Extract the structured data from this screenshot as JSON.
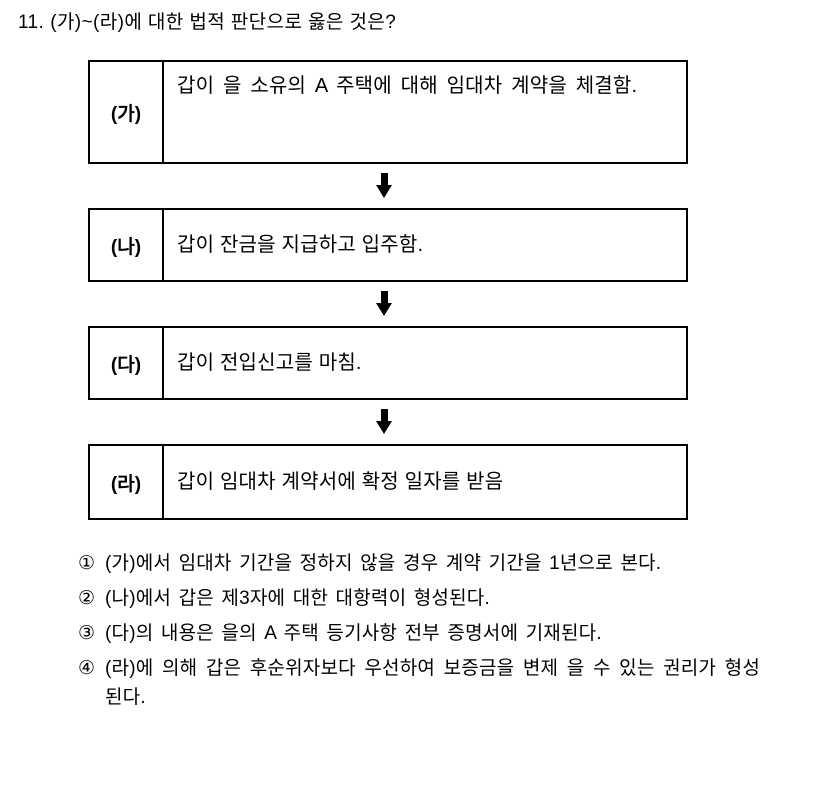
{
  "question": {
    "number": "11.",
    "stem": "(가)~(라)에 대한 법적 판단으로 옳은 것은?"
  },
  "flow": {
    "arrow_icon": "down-arrow-icon",
    "steps": [
      {
        "label": "(가)",
        "text": "갑이 을 소유의 A 주택에 대해 임대차 계약을 체결함."
      },
      {
        "label": "(나)",
        "text": "갑이 잔금을 지급하고 입주함."
      },
      {
        "label": "(다)",
        "text": "갑이 전입신고를 마침."
      },
      {
        "label": "(라)",
        "text": "갑이 임대차 계약서에 확정 일자를 받음"
      }
    ]
  },
  "choices": [
    {
      "marker": "①",
      "text": "(가)에서 임대차 기간을 정하지 않을 경우 계약 기간을 1년으로 본다."
    },
    {
      "marker": "②",
      "text": "(나)에서 갑은 제3자에 대한 대항력이 형성된다."
    },
    {
      "marker": "③",
      "text": "(다)의 내용은 을의 A 주택 등기사항 전부 증명서에 기재된다."
    },
    {
      "marker": "④",
      "text": "(라)에 의해 갑은 후순위자보다 우선하여 보증금을 변제 을 수 있는 권리가 형성된다."
    }
  ],
  "colors": {
    "text": "#000000",
    "border": "#000000",
    "background": "#ffffff"
  }
}
